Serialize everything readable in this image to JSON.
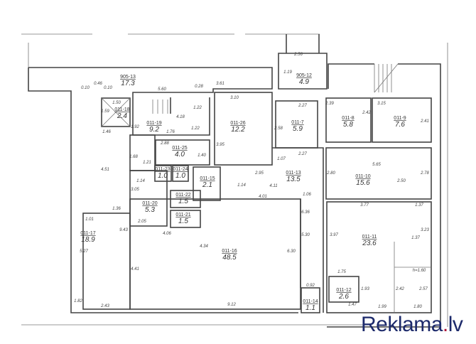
{
  "rooms": [
    {
      "id": "905-13",
      "area": "17.3"
    },
    {
      "id": "905-12",
      "area": "4.9"
    },
    {
      "id": "011-18",
      "area": "2.4"
    },
    {
      "id": "011-19",
      "area": "9.2"
    },
    {
      "id": "011-26",
      "area": "12.2"
    },
    {
      "id": "011-7",
      "area": "5.9"
    },
    {
      "id": "011-8",
      "area": "5.8"
    },
    {
      "id": "011-9",
      "area": "7.6"
    },
    {
      "id": "011-25",
      "area": "4.0"
    },
    {
      "id": "011-23",
      "area": "1.0"
    },
    {
      "id": "011-24",
      "area": "1.0"
    },
    {
      "id": "011-15",
      "area": "2.1"
    },
    {
      "id": "011-13",
      "area": "13.5"
    },
    {
      "id": "011-10",
      "area": "15.6"
    },
    {
      "id": "011-22",
      "area": "1.5"
    },
    {
      "id": "011-20",
      "area": "5.3"
    },
    {
      "id": "011-21",
      "area": "1.5"
    },
    {
      "id": "011-17",
      "area": "18.9"
    },
    {
      "id": "011-16",
      "area": "48.5"
    },
    {
      "id": "011-11",
      "area": "23.6"
    },
    {
      "id": "011-12",
      "area": "2.6"
    },
    {
      "id": "011-14",
      "area": "1.1"
    }
  ],
  "dims": [
    "2.56",
    "1.19",
    "0.10",
    "0.46",
    "0.10",
    "5.60",
    "0.28",
    "3.61",
    "3.10",
    "1.50",
    "1.59",
    "1.46",
    "1.92",
    "1.22",
    "4.18",
    "1.76",
    "1.22",
    "2.88",
    "1.40",
    "3.95",
    "2.27",
    "2.58",
    "2.27",
    "2.39",
    "2.42",
    "3.15",
    "2.41",
    "1.07",
    "5.65",
    "2.80",
    "2.50",
    "2.78",
    "2.95",
    "4.11",
    "4.01",
    "1.06",
    "1.14",
    "1.21",
    "1.68",
    "3.05",
    "1.14",
    "4.51",
    "1.36",
    "1.01",
    "9.43",
    "2.05",
    "4.06",
    "5.27",
    "4.41",
    "4.34",
    "6.30",
    "5.30",
    "6.36",
    "3.77",
    "1.37",
    "3.23",
    "3.97",
    "1.75",
    "1.37",
    "h=1.60",
    "2.42",
    "2.57",
    "1.93",
    "1.47",
    "1.99",
    "1.80",
    "0.92",
    "2.43",
    "9.12",
    "1.82"
  ],
  "logo": {
    "main": "Reklama",
    "dot": ".",
    "tld": "lv"
  },
  "colors": {
    "wall": "#444444",
    "logo_blue": "#1d2a6b",
    "logo_red": "#b0163a"
  }
}
